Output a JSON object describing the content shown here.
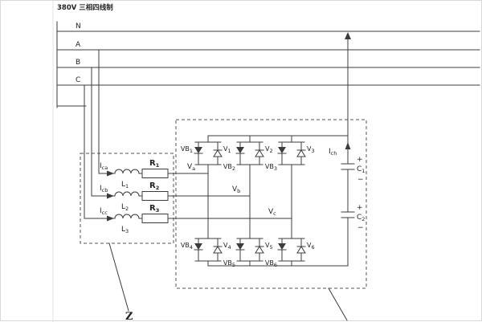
{
  "title": "380V 三相四线制",
  "bus": {
    "n": "N",
    "a": "A",
    "b": "B",
    "c": "C"
  },
  "branches": [
    {
      "cur": "I",
      "cur_sub": "ca",
      "ind": "L",
      "ind_sub": "1",
      "res": "R",
      "res_sub": "1",
      "node": "V",
      "node_sub": "a"
    },
    {
      "cur": "I",
      "cur_sub": "cb",
      "ind": "L",
      "ind_sub": "2",
      "res": "R",
      "res_sub": "2",
      "node": "V",
      "node_sub": "b"
    },
    {
      "cur": "I",
      "cur_sub": "cc",
      "ind": "L",
      "ind_sub": "3",
      "res": "R",
      "res_sub": "3",
      "node": "V",
      "node_sub": "c"
    }
  ],
  "bridge": {
    "top": [
      {
        "sw": "VB",
        "sw_sub": "1",
        "d": "V",
        "d_sub": "1"
      },
      {
        "sw": "VB",
        "sw_sub": "2",
        "d": "V",
        "d_sub": "2"
      },
      {
        "sw": "VB",
        "sw_sub": "3",
        "d": "V",
        "d_sub": "3"
      }
    ],
    "bottom": [
      {
        "sw": "VB",
        "sw_sub": "4",
        "d": "V",
        "d_sub": "4"
      },
      {
        "sw": "VB",
        "sw_sub": "5",
        "d": "V",
        "d_sub": "5"
      },
      {
        "sw": "VB",
        "sw_sub": "6",
        "d": "V",
        "d_sub": "6"
      }
    ]
  },
  "dc_link": {
    "cur": "I",
    "cur_sub": "ch",
    "caps": [
      {
        "plus": "+",
        "label": "C",
        "label_sub": "1",
        "minus": "−"
      },
      {
        "plus": "+",
        "label": "C",
        "label_sub": "2",
        "minus": "−"
      }
    ]
  },
  "impedance": "Z"
}
